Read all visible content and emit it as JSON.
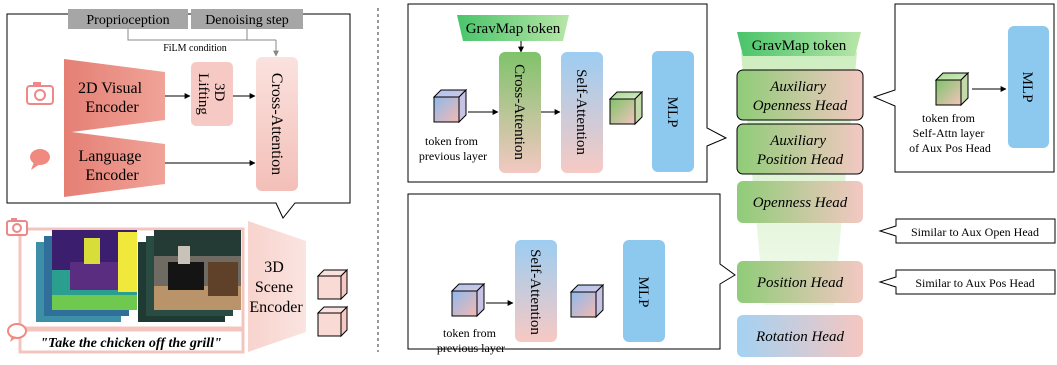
{
  "left_panel": {
    "proprioception": "Proprioception",
    "denoising_step": "Denoising step",
    "film_condition": "FiLM condition",
    "visual_encoder": [
      "2D Visual",
      "Encoder"
    ],
    "lifting": [
      "3D",
      "Lifting"
    ],
    "cross_attention": "Cross-Attention",
    "language_encoder": [
      "Language",
      "Encoder"
    ],
    "scene_encoder": [
      "3D",
      "Scene",
      "Encoder"
    ],
    "instruction": "\"Take the chicken off the grill\""
  },
  "right_panel": {
    "gravmap_token": "GravMap token",
    "gravmap_token_column": "GravMap token",
    "cross_attention": "Cross-Attention",
    "self_attention": "Self-Attention",
    "mlp": "MLP",
    "token_from_prev": [
      "token from",
      "previous layer"
    ],
    "heads": {
      "aux_openness": [
        "Auxiliary",
        "Openness Head"
      ],
      "aux_position": [
        "Auxiliary",
        "Position Head"
      ],
      "openness": "Openness Head",
      "position": "Position Head",
      "rotation": "Rotation Head"
    },
    "aux_detail_token": [
      "token from",
      "Self-Attn layer",
      "of Aux Pos Head"
    ],
    "similar_open": "Similar to Aux Open Head",
    "similar_pos": "Similar to Aux Pos Head"
  },
  "colors": {
    "salmon": "#ec8a7e",
    "pink": "#f6c9c4",
    "green": "#7fc36a",
    "blue": "#8dc8ee",
    "gray": "#a6a6a6"
  }
}
